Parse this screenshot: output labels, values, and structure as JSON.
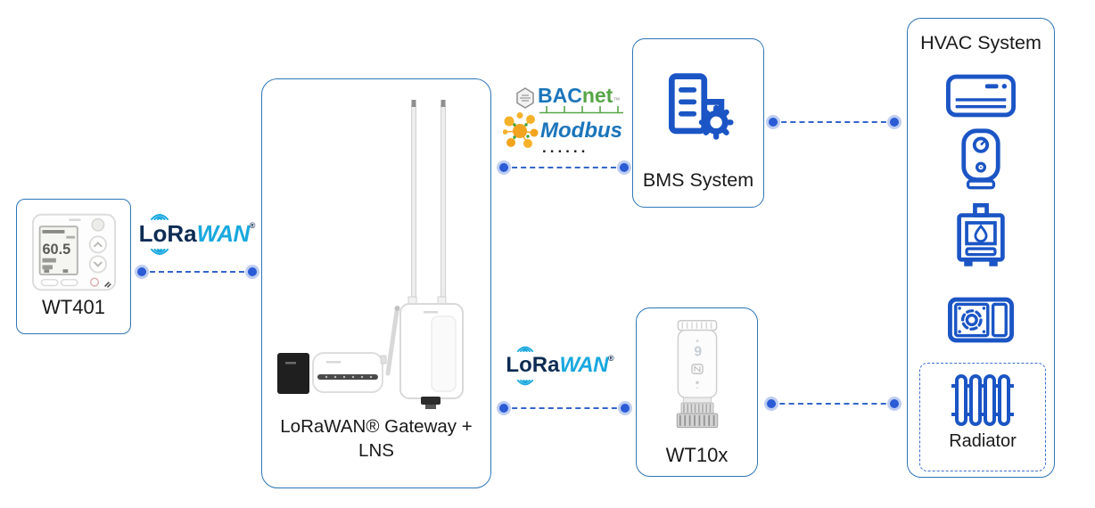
{
  "nodes": {
    "wt401": {
      "label": "WT401",
      "display": "60.5"
    },
    "gateway": {
      "label_line1": "LoRaWAN® Gateway +",
      "label_line2": "LNS"
    },
    "bms": {
      "label": "BMS System"
    },
    "wt10x": {
      "label": "WT10x",
      "display": "9"
    },
    "hvac": {
      "title": "HVAC System",
      "radiator_label": "Radiator"
    }
  },
  "logos": {
    "lorawan": {
      "l": "L",
      "o": "o",
      "ra": "Ra",
      "wan": "WAN",
      "reg": "®"
    },
    "bacnet": {
      "blue": "BAC",
      "green": "net",
      "tm": "™"
    },
    "modbus": {
      "text": "Modbus"
    },
    "ellipsis": "......"
  },
  "icons": {
    "hvac_list": [
      "air-conditioner-icon",
      "water-heater-icon",
      "stove-icon",
      "outdoor-fan-unit-icon",
      "radiator-icon"
    ],
    "bms": "building-gear-icon"
  },
  "colors": {
    "box_border": "#2E75B6",
    "icon_blue": "#1B55C5",
    "line_blue": "#3465C8",
    "dot_blue": "#2B5CD6",
    "lora_dark": "#0D2C54",
    "lora_cyan": "#19A8DF",
    "bacnet_blue": "#1B75BB",
    "bacnet_green": "#56A546",
    "modbus_yellow": "#F2A41F"
  }
}
